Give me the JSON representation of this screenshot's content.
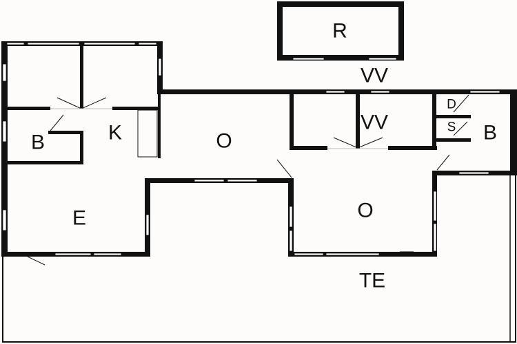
{
  "plan": {
    "rooms": [
      {
        "id": "storage",
        "label": "R"
      },
      {
        "id": "vv-outside",
        "label": "VV"
      },
      {
        "id": "bath-left",
        "label": "B"
      },
      {
        "id": "kitchen",
        "label": "K"
      },
      {
        "id": "living-left",
        "label": "O"
      },
      {
        "id": "vv-inside",
        "label": "VV"
      },
      {
        "id": "d-closet",
        "label": "D"
      },
      {
        "id": "s-closet",
        "label": "S"
      },
      {
        "id": "bath-right",
        "label": "B"
      },
      {
        "id": "entrance",
        "label": "E"
      },
      {
        "id": "living-right",
        "label": "O"
      },
      {
        "id": "terrace",
        "label": "TE"
      }
    ],
    "colors": {
      "wall": "#111111",
      "window": "#ffffff",
      "background": "#fdfcfa"
    }
  }
}
